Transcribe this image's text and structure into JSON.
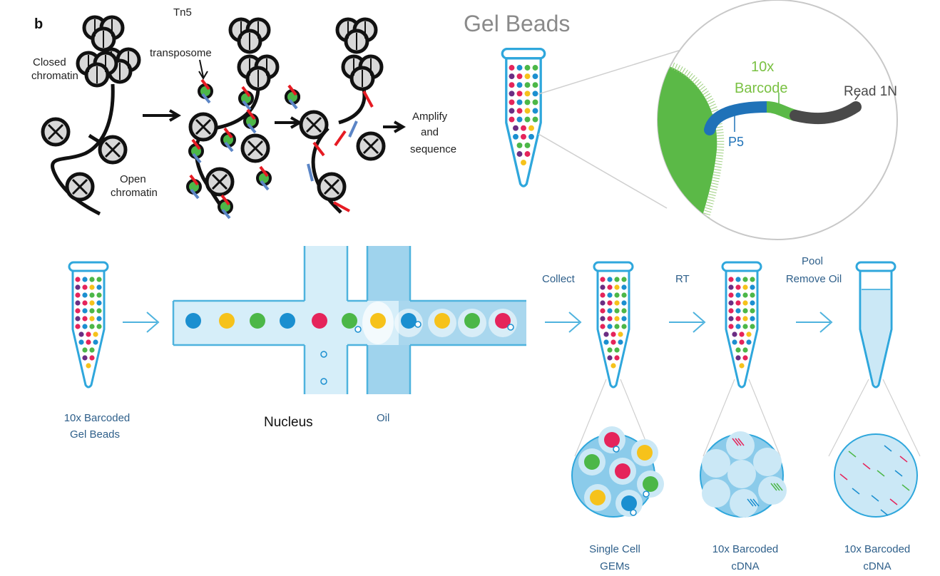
{
  "panel_atac": {
    "panel_letter": "b",
    "closed_chromatin": [
      "Closed",
      "chromatin"
    ],
    "tn5_label": [
      "Tn5",
      "transposome"
    ],
    "open_chromatin": [
      "Open",
      "chromatin"
    ],
    "amplify": [
      "Amplify",
      "and",
      "sequence"
    ]
  },
  "gel_beads": {
    "title": "Gel Beads",
    "barcode_label": [
      "10x",
      "Barcode"
    ],
    "read_label": "Read 1N",
    "p5_label": "P5"
  },
  "workflow": {
    "barcoded_beads": [
      "10x Barcoded",
      "Gel Beads"
    ],
    "nucleus": "Nucleus",
    "oil": "Oil",
    "collect": "Collect",
    "rt": "RT",
    "pool": [
      "Pool",
      "Remove Oil"
    ],
    "gems": [
      "Single Cell",
      "GEMs"
    ],
    "cdna1": [
      "10x Barcoded",
      "cDNA"
    ],
    "cdna2": [
      "10x Barcoded",
      "cDNA"
    ]
  },
  "colors": {
    "blue": "#1b8fd0",
    "yellow": "#f6c21b",
    "green": "#4cb748",
    "pink": "#e5245b",
    "purple": "#6b2d83",
    "light_blue": "#d2ecf8",
    "outline_blue": "#4fb3de",
    "text_blue": "#2e5f8a",
    "read_grey": "#4a4a4a"
  }
}
